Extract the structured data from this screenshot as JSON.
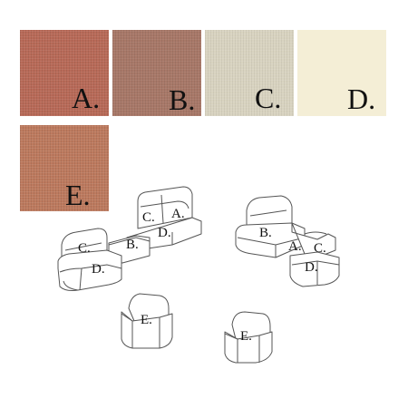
{
  "swatches": [
    {
      "label": "A.",
      "color": "#b86a58"
    },
    {
      "label": "B.",
      "color": "#a87868"
    },
    {
      "label": "C.",
      "color": "#d8d3c0"
    },
    {
      "label": "D.",
      "color": "#f4eed6"
    },
    {
      "label": "E.",
      "color": "#bd7a5e"
    }
  ],
  "left_sofa": {
    "tags": [
      "C.",
      "A.",
      "D.",
      "B.",
      "C.",
      "D."
    ]
  },
  "right_sofa": {
    "tags": [
      "B.",
      "A.",
      "C.",
      "D."
    ]
  },
  "chairs": {
    "left_tag": "E.",
    "right_tag": "E."
  }
}
